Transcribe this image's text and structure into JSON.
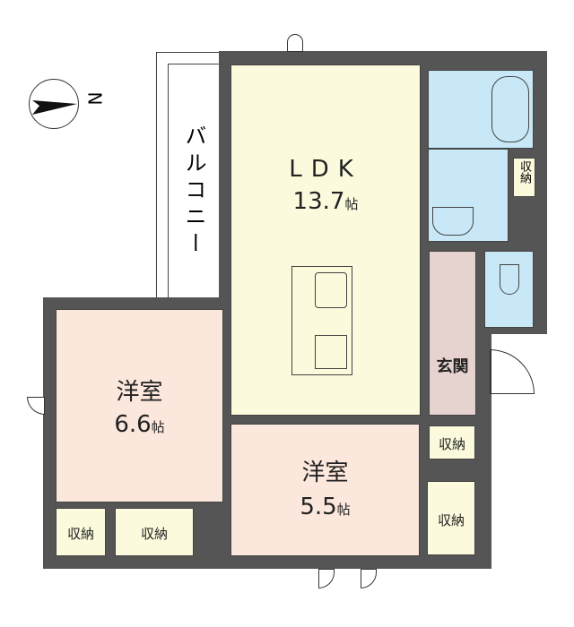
{
  "compass": {
    "label": "N"
  },
  "balcony": {
    "label": "バルコニー"
  },
  "ldk": {
    "name": "LDK",
    "size": "13.7",
    "unit": "帖"
  },
  "room1": {
    "name": "洋室",
    "size": "6.6",
    "unit": "帖"
  },
  "room2": {
    "name": "洋室",
    "size": "5.5",
    "unit": "帖"
  },
  "entrance": {
    "label": "玄関"
  },
  "storage": {
    "label": "収納"
  },
  "colors": {
    "wall": "#555555",
    "ldk": "#fbfadc",
    "western": "#fbe7dc",
    "wet": "#c8e8f8",
    "entrance": "#e6d3cf"
  }
}
